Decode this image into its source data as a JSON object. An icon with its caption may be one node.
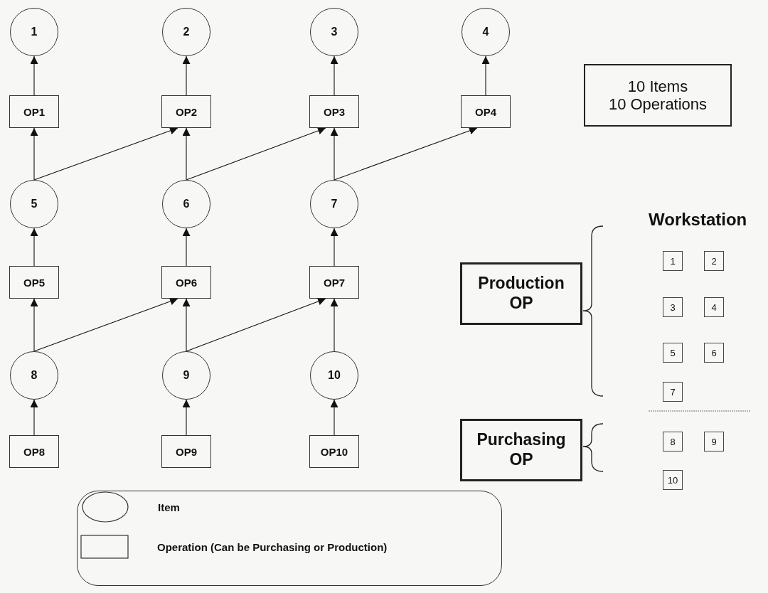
{
  "diagram": {
    "nodes": [
      {
        "text": [
          "1"
        ]
      },
      {
        "text": [
          "2"
        ]
      },
      {
        "text": [
          "3"
        ]
      },
      {
        "text": [
          "4"
        ]
      },
      {
        "text": [
          "OP1"
        ]
      },
      {
        "text": [
          "OP2"
        ]
      },
      {
        "text": [
          "OP3"
        ]
      },
      {
        "text": [
          "OP4"
        ]
      },
      {
        "text": [
          "10 Items",
          "10 Operations"
        ]
      },
      {
        "text": [
          "5"
        ]
      },
      {
        "text": [
          "6"
        ]
      },
      {
        "text": [
          "7"
        ]
      },
      {
        "text": [
          "OP5"
        ]
      },
      {
        "text": [
          "OP6"
        ]
      },
      {
        "text": [
          "OP7"
        ]
      },
      {
        "text": [
          "Production OP"
        ]
      },
      {
        "text": [
          "1"
        ]
      },
      {
        "text": [
          "2"
        ]
      },
      {
        "text": [
          "3"
        ]
      },
      {
        "text": [
          "4"
        ]
      },
      {
        "text": [
          "5"
        ]
      },
      {
        "text": [
          "6"
        ]
      },
      {
        "text": [
          "7"
        ]
      },
      {
        "text": [
          "Purchasing OP"
        ]
      },
      {
        "text": [
          "8"
        ]
      },
      {
        "text": [
          "9"
        ]
      },
      {
        "text": [
          "10"
        ]
      },
      {
        "text": [
          "OP8"
        ]
      },
      {
        "text": [
          "OP9"
        ]
      },
      {
        "text": [
          "OP10"
        ]
      },
      {
        "text": [
          "8"
        ]
      },
      {
        "text": [
          "9"
        ]
      },
      {
        "text": [
          "10"
        ]
      }
    ],
    "edges": [
      {
        "from": 4,
        "to": 0,
        "arrow": "to"
      },
      {
        "from": 5,
        "to": 1,
        "arrow": "to"
      },
      {
        "from": 6,
        "to": 2,
        "arrow": "to"
      },
      {
        "from": 7,
        "to": 3,
        "arrow": "to"
      },
      {
        "from": 9,
        "to": 4,
        "arrow": "to"
      },
      {
        "from": 9,
        "to": 5,
        "arrow": "to"
      },
      {
        "from": 10,
        "to": 5,
        "arrow": "to"
      },
      {
        "from": 10,
        "to": 6,
        "arrow": "to"
      },
      {
        "from": 11,
        "to": 6,
        "arrow": "to"
      },
      {
        "from": 11,
        "to": 7,
        "arrow": "to"
      },
      {
        "from": 12,
        "to": 9,
        "arrow": "to"
      },
      {
        "from": 13,
        "to": 10,
        "arrow": "to"
      },
      {
        "from": 14,
        "to": 11,
        "arrow": "to"
      },
      {
        "from": 24,
        "to": 12,
        "arrow": "to"
      },
      {
        "from": 24,
        "to": 13,
        "arrow": "to"
      },
      {
        "from": 25,
        "to": 13,
        "arrow": "to"
      },
      {
        "from": 25,
        "to": 14,
        "arrow": "to"
      },
      {
        "from": 26,
        "to": 14,
        "arrow": "to"
      },
      {
        "from": 27,
        "to": 24,
        "arrow": "to"
      },
      {
        "from": 28,
        "to": 25,
        "arrow": "to"
      },
      {
        "from": 29,
        "to": 26,
        "arrow": "to"
      }
    ],
    "labels": [
      "Workstation"
    ],
    "legend": [
      {
        "text": "Item"
      },
      {
        "text": "Operation (Can be Purchasing or Production)"
      }
    ]
  }
}
